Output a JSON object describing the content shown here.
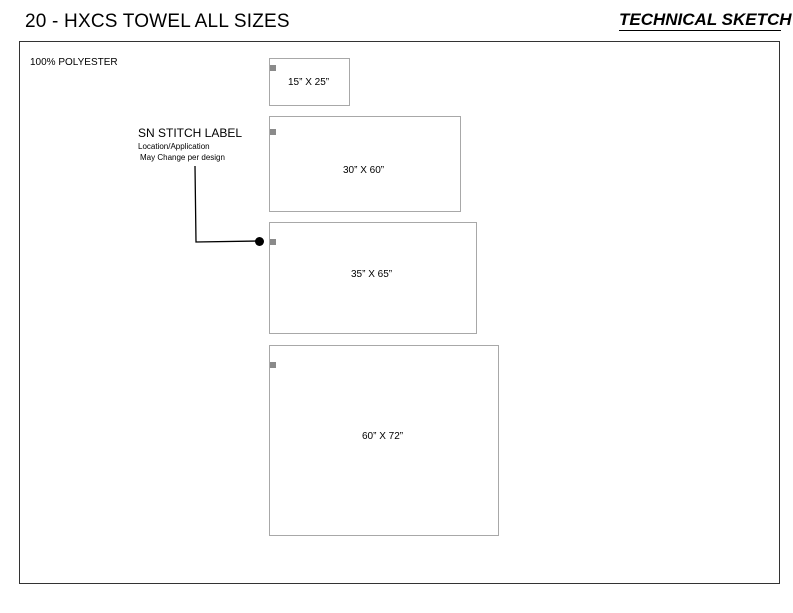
{
  "header": {
    "title": "20 - HXCS TOWEL ALL SIZES",
    "badge": "TECHNICAL SKETCH"
  },
  "material": "100% POLYESTER",
  "towels": [
    {
      "size": "15” X 25”"
    },
    {
      "size": "30” X 60”"
    },
    {
      "size": "35” X 65”"
    },
    {
      "size": "60” X 72”"
    }
  ],
  "callout": {
    "title": "SN STITCH LABEL",
    "note_line1": "Location/Application",
    "note_line2": "May Change per design"
  },
  "colors": {
    "outline": "#a8a8a8",
    "label_marker": "#8a8a8a",
    "frame": "#333333"
  }
}
